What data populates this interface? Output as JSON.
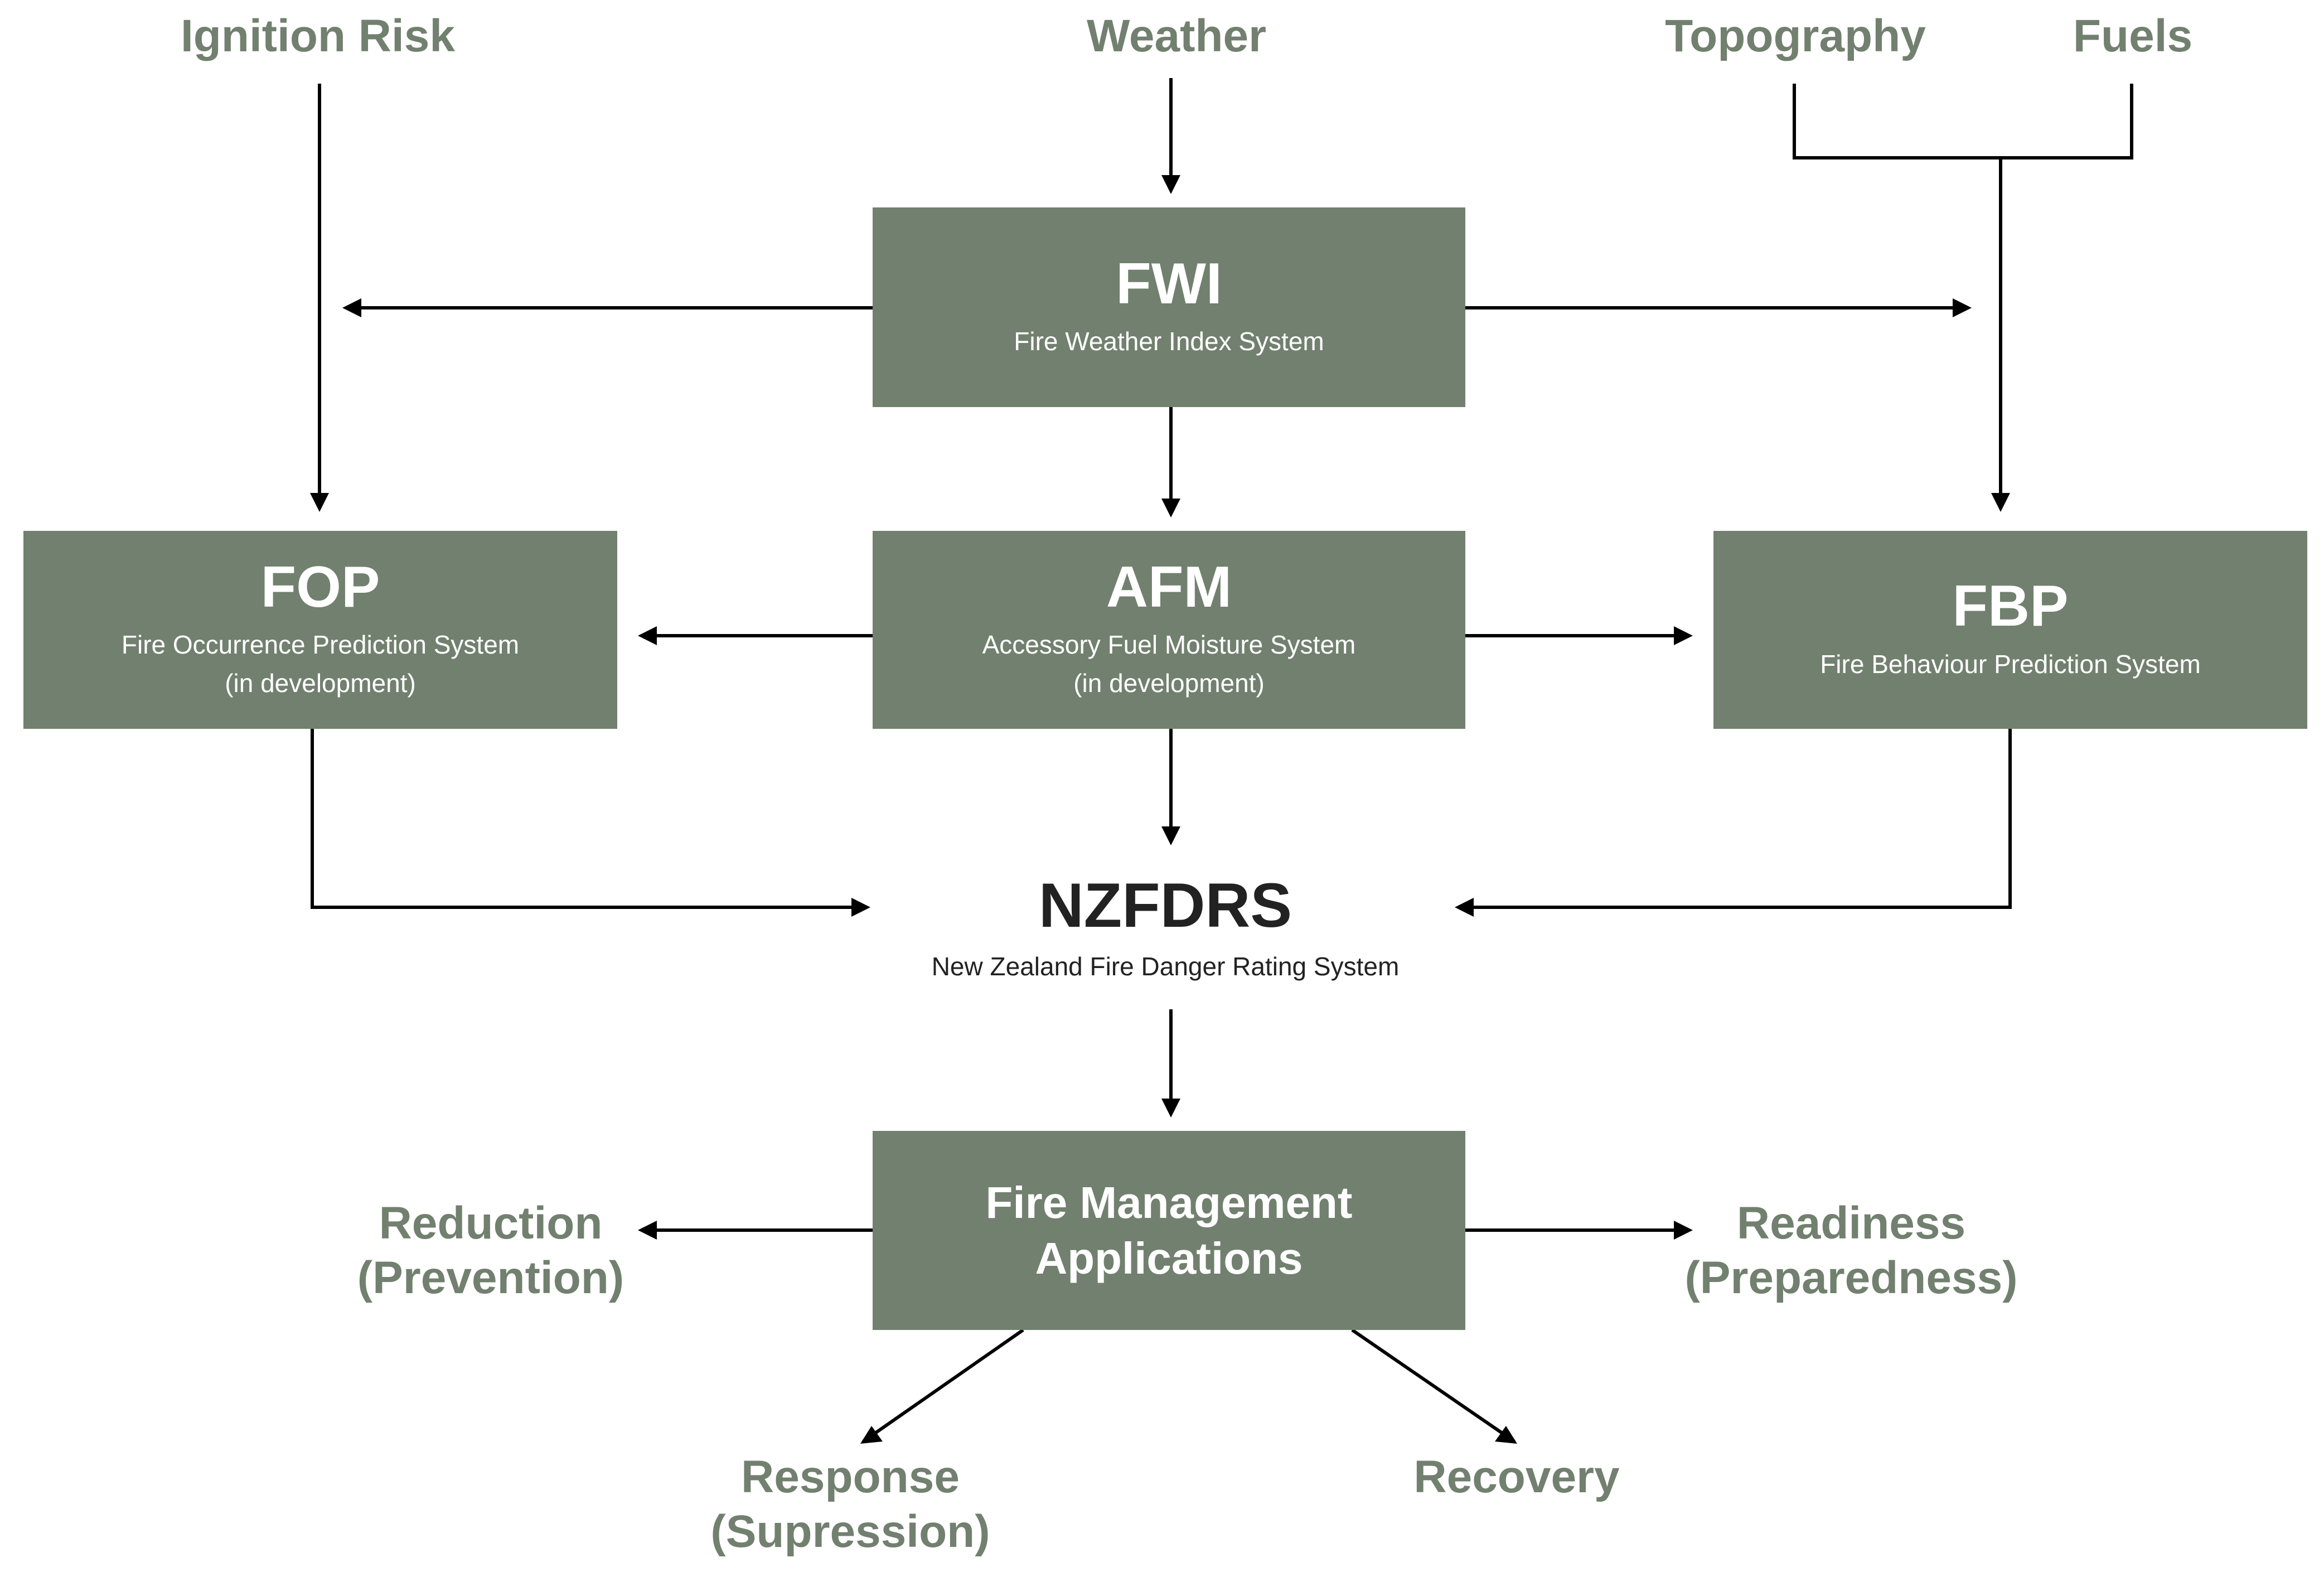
{
  "colors": {
    "box_fill": "#72806f",
    "label_text": "#72806f",
    "center_text": "#222222",
    "line": "#000000",
    "box_text": "#ffffff"
  },
  "inputs": {
    "ignition_risk": "Ignition Risk",
    "weather": "Weather",
    "topography": "Topography",
    "fuels": "Fuels"
  },
  "fwi": {
    "abbr": "FWI",
    "name": "Fire Weather Index System"
  },
  "fop": {
    "abbr": "FOP",
    "name": "Fire Occurrence Prediction System",
    "note": "(in development)"
  },
  "afm": {
    "abbr": "AFM",
    "name": "Accessory Fuel Moisture System",
    "note": "(in development)"
  },
  "fbp": {
    "abbr": "FBP",
    "name": "Fire Behaviour Prediction System"
  },
  "nzfdrs": {
    "abbr": "NZFDRS",
    "name": "New Zealand Fire Danger Rating System"
  },
  "fma": {
    "line1": "Fire Management",
    "line2": "Applications"
  },
  "outputs": {
    "reduction": {
      "line1": "Reduction",
      "line2": "(Prevention)"
    },
    "readiness": {
      "line1": "Readiness",
      "line2": "(Preparedness)"
    },
    "response": {
      "line1": "Response",
      "line2": "(Supression)"
    },
    "recovery": "Recovery"
  }
}
